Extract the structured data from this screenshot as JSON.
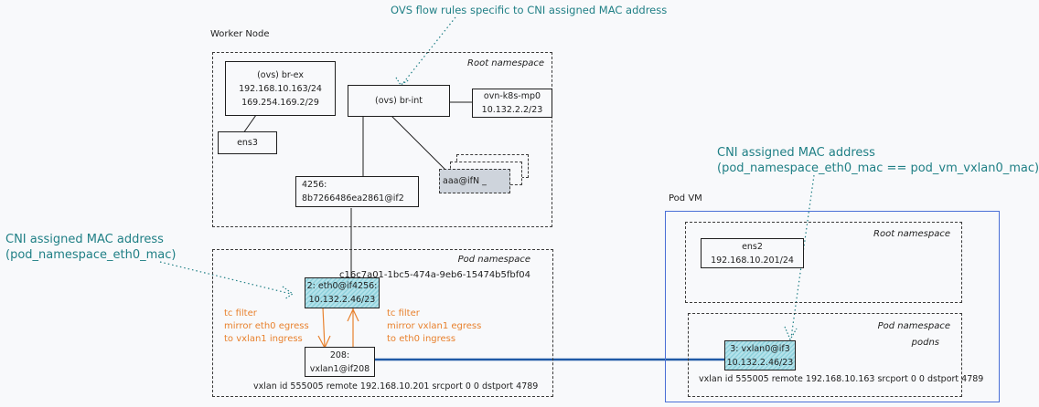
{
  "callouts": {
    "ovs_flow": "OVS flow rules specific to CNI assigned MAC address",
    "left_title": "CNI assigned MAC address",
    "left_sub": "(pod_namespace_eth0_mac)",
    "right_title": "CNI assigned MAC address",
    "right_sub": "(pod_namespace_eth0_mac == pod_vm_vxlan0_mac)"
  },
  "worker_node": {
    "label": "Worker Node",
    "root_ns": {
      "label": "Root namespace",
      "br_ex": [
        "(ovs) br-ex",
        "192.168.10.163/24",
        "169.254.169.2/29"
      ],
      "ens3": "ens3",
      "br_int": "(ovs) br-int",
      "ovn_mp0": [
        "ovn-k8s-mp0",
        "10.132.2.2/23"
      ],
      "veth": [
        "4256:",
        "8b7266486ea2861@if2"
      ],
      "aaa": "aaa@ifN _"
    },
    "pod_ns": {
      "label": "Pod namespace",
      "id": "c16c7a01-1bc5-474a-9eb6-15474b5fbf04",
      "eth0": [
        "2: eth0@if4256:",
        "10.132.2.46/23"
      ],
      "vxlan1": [
        "208:",
        "vxlan1@if208"
      ],
      "tc_left": [
        "tc filter",
        "mirror eth0 egress",
        "to vxlan1 ingress"
      ],
      "tc_right": [
        "tc filter",
        "mirror vxlan1 egress",
        "to eth0 ingress"
      ],
      "vxlan_info": "vxlan id 555005 remote 192.168.10.201 srcport 0 0 dstport 4789"
    }
  },
  "pod_vm": {
    "label": "Pod VM",
    "root_ns": {
      "label": "Root namespace",
      "ens2": [
        "ens2",
        "192.168.10.201/24"
      ]
    },
    "pod_ns": {
      "label": "Pod namespace",
      "name": "podns",
      "vxlan0": [
        "3: vxlan0@if3",
        "10.132.2.46/23"
      ],
      "vxlan_info": "vxlan id 555005 remote 192.168.10.163 srcport 0 0 dstport 4789"
    }
  },
  "colors": {
    "callout_teal": "#1f7f85",
    "tc_orange": "#e8812d",
    "tunnel_blue": "#1f5aa6",
    "pod_vm_border": "#4a6fd6"
  }
}
